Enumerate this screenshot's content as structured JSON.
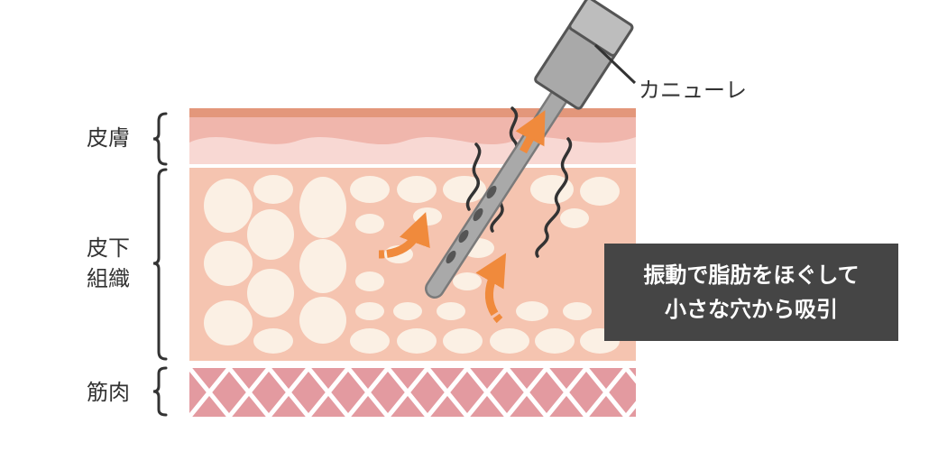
{
  "labels": {
    "skin": "皮膚",
    "subcutaneous_line1": "皮下",
    "subcutaneous_line2": "組織",
    "muscle": "筋肉",
    "cannula": "カニューレ"
  },
  "callout": {
    "line1": "振動で脂肪をほぐして",
    "line2": "小さな穴から吸引"
  },
  "colors": {
    "skin_top": "#e3977b",
    "skin_mid": "#f0b6ac",
    "skin_light": "#f8d8d3",
    "fat_bg": "#f5c4b0",
    "fat_cell": "#fbf0e4",
    "muscle": "#e39aa0",
    "muscle_line": "#ffffff",
    "arrow": "#f08a3c",
    "cannula_fill": "#a9a9a9",
    "cannula_dark": "#7a7a7a",
    "wave": "#333333",
    "callout_bg": "#454545",
    "bracket": "#333333"
  }
}
